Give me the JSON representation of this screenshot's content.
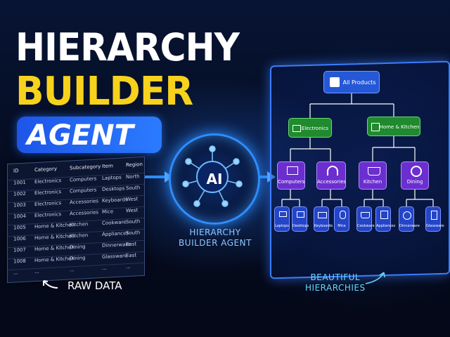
{
  "title": {
    "line1": "HIERARCHY",
    "line2": "BUILDER",
    "line3": "AGENT"
  },
  "colors": {
    "accent_yellow": "#f7d21c",
    "accent_blue": "#2b7bff",
    "category_green": "#1f8a2e",
    "subcategory_purple": "#6b2fd0",
    "leaf_blue": "#2545c8"
  },
  "table": {
    "headers": [
      "ID",
      "Category",
      "Subcategory",
      "Item",
      "Region"
    ],
    "rows": [
      [
        "1001",
        "Electronics",
        "Computers",
        "Laptops",
        "North"
      ],
      [
        "1002",
        "Electronics",
        "Computers",
        "Desktops",
        "South"
      ],
      [
        "1003",
        "Electronics",
        "Accessories",
        "Keyboards",
        "West"
      ],
      [
        "1004",
        "Electronics",
        "Accessories",
        "Mice",
        "West"
      ],
      [
        "1005",
        "Home & Kitchen",
        "Kitchen",
        "Cookware",
        "South"
      ],
      [
        "1006",
        "Home & Kitchen",
        "Kitchen",
        "Appliances",
        "South"
      ],
      [
        "1007",
        "Home & Kitchen",
        "Dining",
        "Dinnerware",
        "East"
      ],
      [
        "1008",
        "Home & Kitchen",
        "Dining",
        "Glassware",
        "East"
      ],
      [
        "...",
        "...",
        "...",
        "...",
        "..."
      ]
    ]
  },
  "raw_label": "RAW DATA",
  "ai": {
    "core_text": "AI",
    "label_line1": "HIERARCHY",
    "label_line2": "BUILDER AGENT"
  },
  "hierarchy": {
    "root": "All Products",
    "categories": [
      "Electronics",
      "Home & Kitchen"
    ],
    "subcategories": [
      "Computers",
      "Accessories",
      "Kitchen",
      "Dining"
    ],
    "leaves": [
      "Laptops",
      "Desktops",
      "Keyboards",
      "Mice",
      "Cookware",
      "Appliances",
      "Dinnerware",
      "Glassware"
    ]
  },
  "beautiful": {
    "line1": "BEAUTIFUL",
    "line2": "HIERARCHIES"
  },
  "icons": [
    "cube-icon",
    "monitor-icon",
    "house-icon",
    "laptop-icon",
    "headphones-icon",
    "pot-icon",
    "plate-icon",
    "desktop-icon",
    "keyboard-icon",
    "mouse-icon",
    "cookware-icon",
    "appliance-icon",
    "dinnerware-icon",
    "glassware-icon"
  ]
}
